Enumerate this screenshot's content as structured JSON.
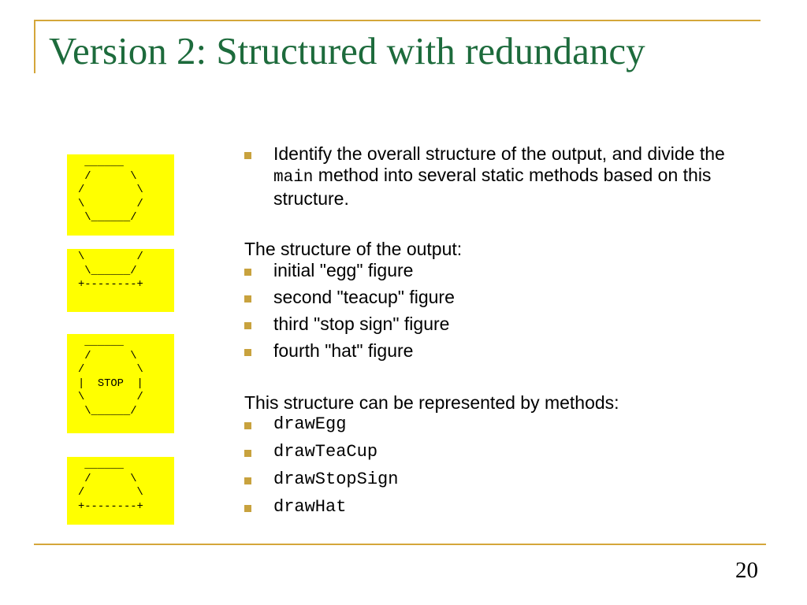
{
  "title": "Version 2: Structured with redundancy",
  "slide_number": "20",
  "figures": {
    "egg": " ______\n /      \\\n/        \\\n\\        /\n \\______/",
    "teacup": "\\        /\n \\______/\n+--------+",
    "stop_sign": " ______\n /      \\\n/        \\\n|  STOP  |\n\\        /\n \\______/",
    "hat": " ______\n /      \\\n/        \\\n+--------+"
  },
  "intro": {
    "before": "Identify the overall structure of the output, and divide the ",
    "code": "main",
    "after": " method into several static methods based on this structure."
  },
  "structure_heading": "The structure of the output:",
  "structure_items": [
    "initial \"egg\" figure",
    "second \"teacup\" figure",
    "third \"stop sign\" figure",
    "fourth \"hat\" figure"
  ],
  "methods_heading": "This structure can be represented by methods:",
  "methods": [
    "drawEgg",
    "drawTeaCup",
    "drawStopSign",
    "drawHat"
  ]
}
